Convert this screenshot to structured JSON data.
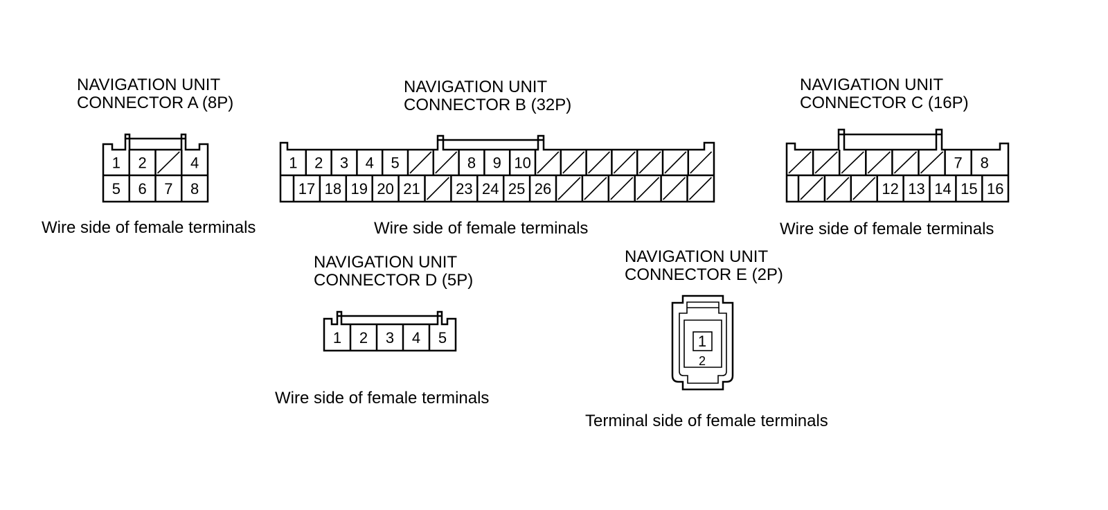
{
  "connectors": {
    "a": {
      "title_line1": "NAVIGATION UNIT",
      "title_line2": "CONNECTOR A (8P)",
      "caption": "Wire side of female terminals",
      "row1": [
        "1",
        "2",
        "",
        "4"
      ],
      "row2": [
        "5",
        "6",
        "7",
        "8"
      ]
    },
    "b": {
      "title_line1": "NAVIGATION UNIT",
      "title_line2": "CONNECTOR B (32P)",
      "caption": "Wire side of female terminals",
      "row1": [
        "1",
        "2",
        "3",
        "4",
        "5",
        "",
        "",
        "8",
        "9",
        "10",
        "",
        "",
        "",
        "",
        "",
        "",
        ""
      ],
      "row2": [
        "17",
        "18",
        "19",
        "20",
        "21",
        "",
        "23",
        "24",
        "25",
        "26",
        "",
        "",
        "",
        "",
        "",
        ""
      ]
    },
    "c": {
      "title_line1": "NAVIGATION UNIT",
      "title_line2": "CONNECTOR C (16P)",
      "caption": "Wire side of female terminals",
      "row1": [
        "",
        "",
        "",
        "",
        "",
        "",
        "7",
        "8"
      ],
      "row2": [
        "",
        "",
        "",
        "12",
        "13",
        "14",
        "15",
        "16"
      ]
    },
    "d": {
      "title_line1": "NAVIGATION UNIT",
      "title_line2": "CONNECTOR D (5P)",
      "caption": "Wire side of female terminals",
      "row1": [
        "1",
        "2",
        "3",
        "4",
        "5"
      ]
    },
    "e": {
      "title_line1": "NAVIGATION UNIT",
      "title_line2": "CONNECTOR E (2P)",
      "caption": "Terminal side of female terminals",
      "pins": [
        "1",
        "2"
      ]
    }
  }
}
